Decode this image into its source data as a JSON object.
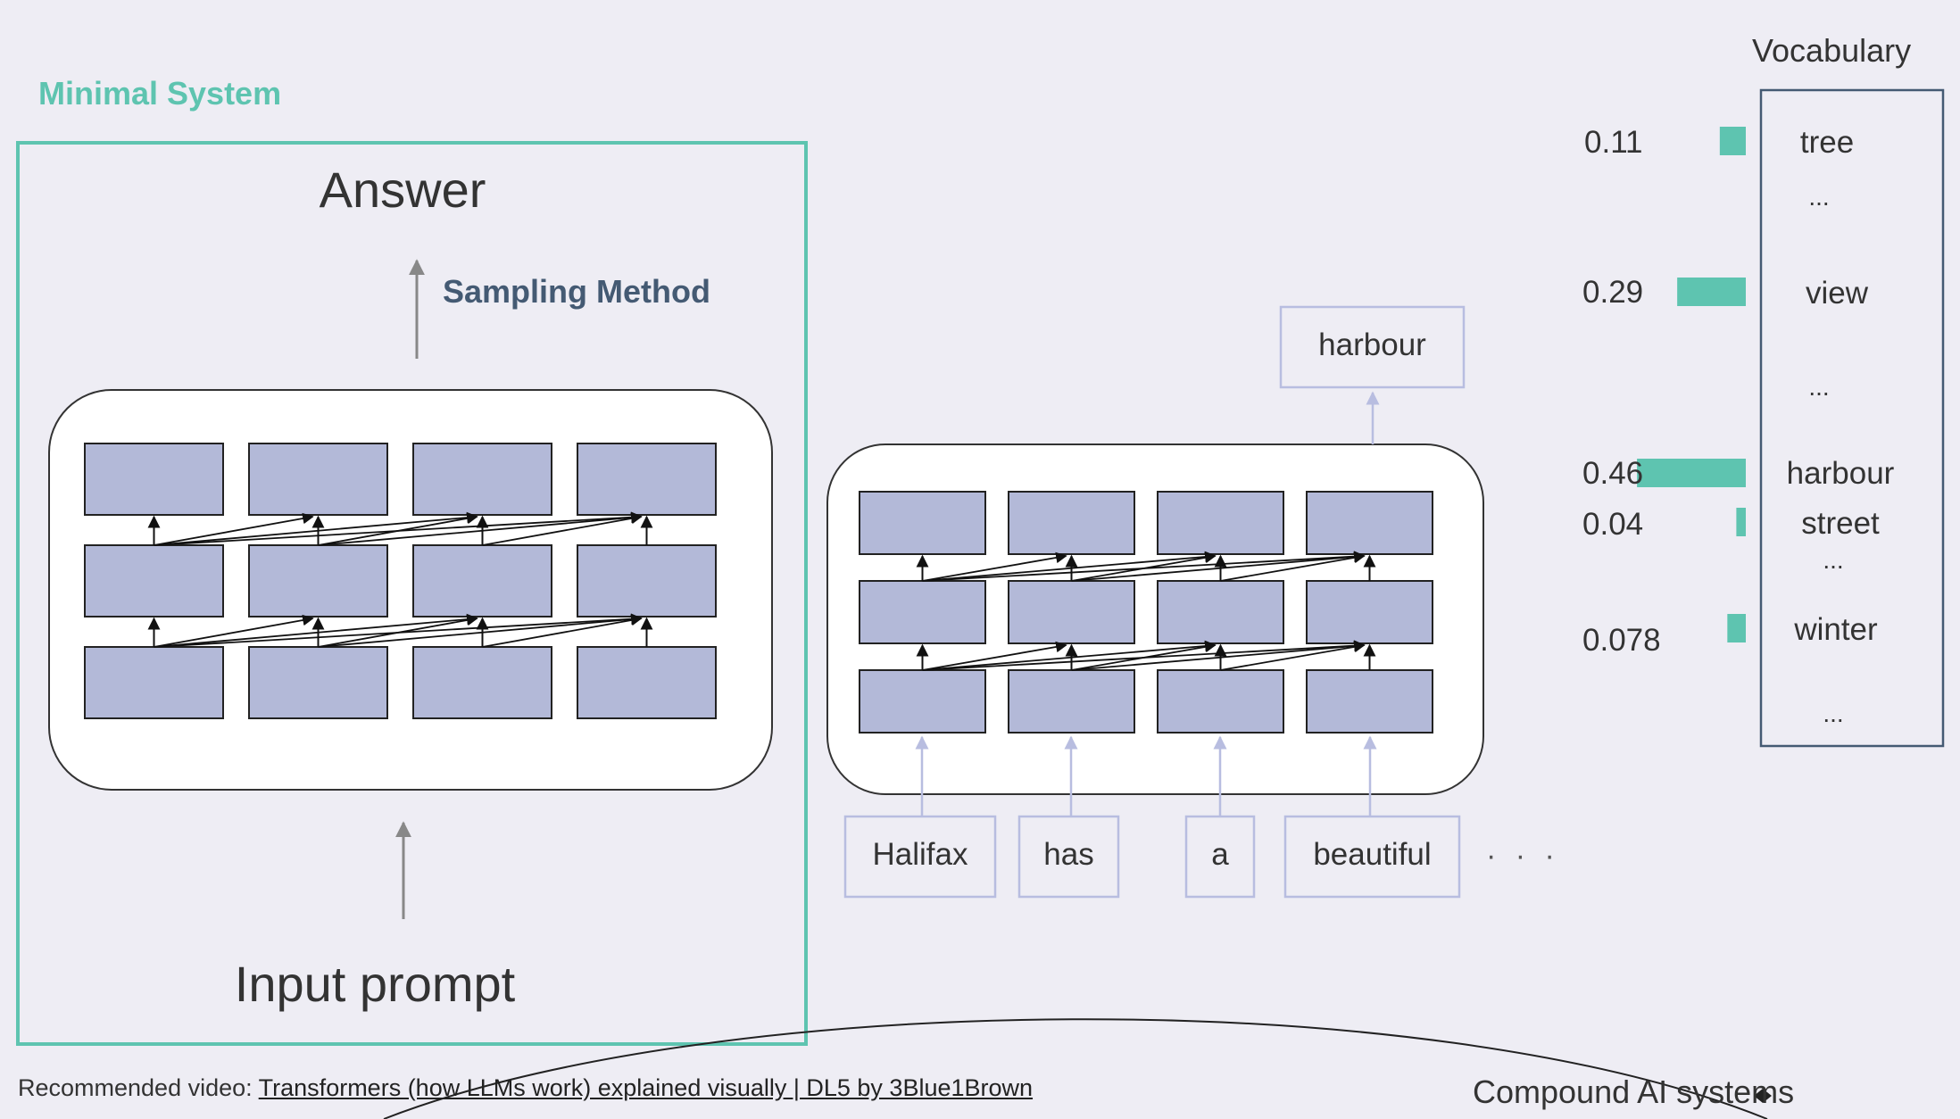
{
  "minimal_system": {
    "label": "Minimal System",
    "answer": "Answer",
    "sampling_method": "Sampling Method",
    "input_prompt": "Input prompt"
  },
  "pipeline": {
    "output_token": "harbour",
    "input_tokens": [
      "Halifax",
      "has",
      "a",
      "beautiful"
    ],
    "continuation": "· · ·"
  },
  "vocabulary": {
    "title": "Vocabulary",
    "words": [
      "tree",
      "view",
      "harbour",
      "street",
      "winter"
    ],
    "ellipsis": "...",
    "probabilities": [
      "0.11",
      "0.29",
      "0.46",
      "0.04",
      "0.078"
    ],
    "probability_values": [
      0.11,
      0.29,
      0.46,
      0.04,
      0.078
    ]
  },
  "footer": {
    "recommended_prefix": "Recommended video:",
    "video_link": "Transformers (how LLMs work) explained visually | DL5 by 3Blue1Brown",
    "compound_label": "Compound AI systems"
  },
  "colors": {
    "accent_teal": "#5ec4b0",
    "block_fill": "#b3b9d8",
    "token_border": "#b8bde0",
    "heading_slate": "#445a73"
  }
}
